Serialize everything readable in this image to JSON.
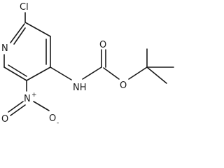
{
  "atoms": {
    "cl": "Cl",
    "n_ring": "N",
    "nh": "NH",
    "o_carbonyl": "O",
    "o_ester": "O",
    "n_nitro": "N",
    "nitro_plus": "+",
    "o_nitro_double": "O",
    "o_nitro_single": "O",
    "nitro_minus": "-"
  }
}
